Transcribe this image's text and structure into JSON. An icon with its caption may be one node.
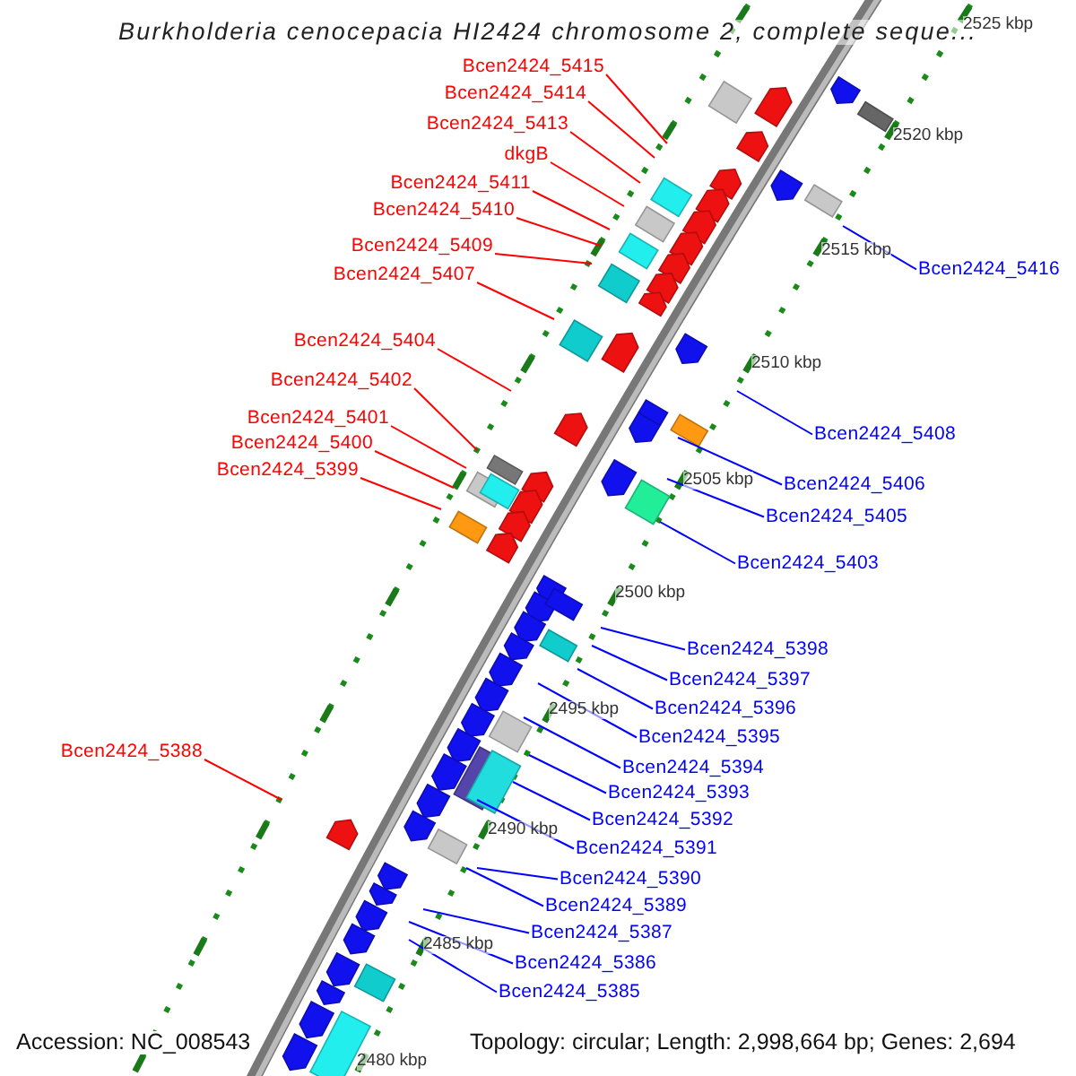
{
  "diagram": {
    "title": "Burkholderia cenocepacia HI2424 chromosome 2, complete seque...",
    "nodes": [
      {
        "text": [
          "Bcen2424_5415"
        ]
      },
      {
        "text": [
          "Bcen2424_5414"
        ]
      },
      {
        "text": [
          "Bcen2424_5413"
        ]
      },
      {
        "text": [
          "dkgB"
        ]
      },
      {
        "text": [
          "Bcen2424_5411"
        ]
      },
      {
        "text": [
          "Bcen2424_5410"
        ]
      },
      {
        "text": [
          "Bcen2424_5409"
        ]
      },
      {
        "text": [
          "Bcen2424_5407"
        ]
      },
      {
        "text": [
          "Bcen2424_5404"
        ]
      },
      {
        "text": [
          "Bcen2424_5402"
        ]
      },
      {
        "text": [
          "Bcen2424_5401"
        ]
      },
      {
        "text": [
          "Bcen2424_5400"
        ]
      },
      {
        "text": [
          "Bcen2424_5399"
        ]
      },
      {
        "text": [
          "Bcen2424_5388"
        ]
      },
      {
        "text": [
          "Bcen2424_5416"
        ]
      },
      {
        "text": [
          "Bcen2424_5408"
        ]
      },
      {
        "text": [
          "Bcen2424_5406"
        ]
      },
      {
        "text": [
          "Bcen2424_5405"
        ]
      },
      {
        "text": [
          "Bcen2424_5403"
        ]
      },
      {
        "text": [
          "Bcen2424_5398"
        ]
      },
      {
        "text": [
          "Bcen2424_5397"
        ]
      },
      {
        "text": [
          "Bcen2424_5396"
        ]
      },
      {
        "text": [
          "Bcen2424_5395"
        ]
      },
      {
        "text": [
          "Bcen2424_5394"
        ]
      },
      {
        "text": [
          "Bcen2424_5393"
        ]
      },
      {
        "text": [
          "Bcen2424_5392"
        ]
      },
      {
        "text": [
          "Bcen2424_5391"
        ]
      },
      {
        "text": [
          "Bcen2424_5390"
        ]
      },
      {
        "text": [
          "Bcen2424_5389"
        ]
      },
      {
        "text": [
          "Bcen2424_5387"
        ]
      },
      {
        "text": [
          "Bcen2424_5386"
        ]
      },
      {
        "text": [
          "Bcen2424_5385"
        ]
      }
    ],
    "edges": [
      {
        "from": 0,
        "to": null,
        "arrow": "none",
        "color": "#ff0000"
      },
      {
        "from": 1,
        "to": null,
        "arrow": "none",
        "color": "#ff0000"
      },
      {
        "from": 2,
        "to": null,
        "arrow": "none",
        "color": "#ff0000"
      },
      {
        "from": 3,
        "to": null,
        "arrow": "none",
        "color": "#ff0000"
      },
      {
        "from": 4,
        "to": null,
        "arrow": "none",
        "color": "#ff0000"
      },
      {
        "from": 5,
        "to": null,
        "arrow": "none",
        "color": "#ff0000"
      },
      {
        "from": 6,
        "to": null,
        "arrow": "none",
        "color": "#ff0000"
      },
      {
        "from": 7,
        "to": null,
        "arrow": "none",
        "color": "#ff0000"
      },
      {
        "from": 8,
        "to": null,
        "arrow": "none",
        "color": "#ff0000"
      },
      {
        "from": 9,
        "to": null,
        "arrow": "none",
        "color": "#ff0000"
      },
      {
        "from": 10,
        "to": null,
        "arrow": "none",
        "color": "#ff0000"
      },
      {
        "from": 11,
        "to": null,
        "arrow": "none",
        "color": "#ff0000"
      },
      {
        "from": 12,
        "to": null,
        "arrow": "none",
        "color": "#ff0000"
      },
      {
        "from": 13,
        "to": null,
        "arrow": "none",
        "color": "#ff0000"
      },
      {
        "from": 14,
        "to": null,
        "arrow": "none"
      },
      {
        "from": 15,
        "to": null,
        "arrow": "none"
      },
      {
        "from": 16,
        "to": null,
        "arrow": "none"
      },
      {
        "from": 17,
        "to": null,
        "arrow": "none"
      },
      {
        "from": 18,
        "to": null,
        "arrow": "none"
      },
      {
        "from": 19,
        "to": null,
        "arrow": "none"
      },
      {
        "from": 20,
        "to": null,
        "arrow": "none"
      },
      {
        "from": 21,
        "to": null,
        "arrow": "none"
      },
      {
        "from": 22,
        "to": null,
        "arrow": "none"
      },
      {
        "from": 23,
        "to": null,
        "arrow": "none"
      },
      {
        "from": 24,
        "to": null,
        "arrow": "none"
      },
      {
        "from": 25,
        "to": null,
        "arrow": "none"
      },
      {
        "from": 26,
        "to": null,
        "arrow": "none"
      },
      {
        "from": 27,
        "to": null,
        "arrow": "none"
      },
      {
        "from": 28,
        "to": null,
        "arrow": "none"
      },
      {
        "from": 29,
        "to": null,
        "arrow": "none"
      },
      {
        "from": 30,
        "to": null,
        "arrow": "none"
      },
      {
        "from": 31,
        "to": null,
        "arrow": "none"
      }
    ],
    "labels": [
      "2525 kbp",
      "2520 kbp",
      "2515 kbp",
      "2510 kbp",
      "2505 kbp",
      "2500 kbp",
      "2495 kbp",
      "2490 kbp",
      "2485 kbp",
      "2480 kbp",
      "Accession: NC_008543",
      "Topology: circular; Length: 2,998,664 bp; Genes: 2,694"
    ]
  }
}
